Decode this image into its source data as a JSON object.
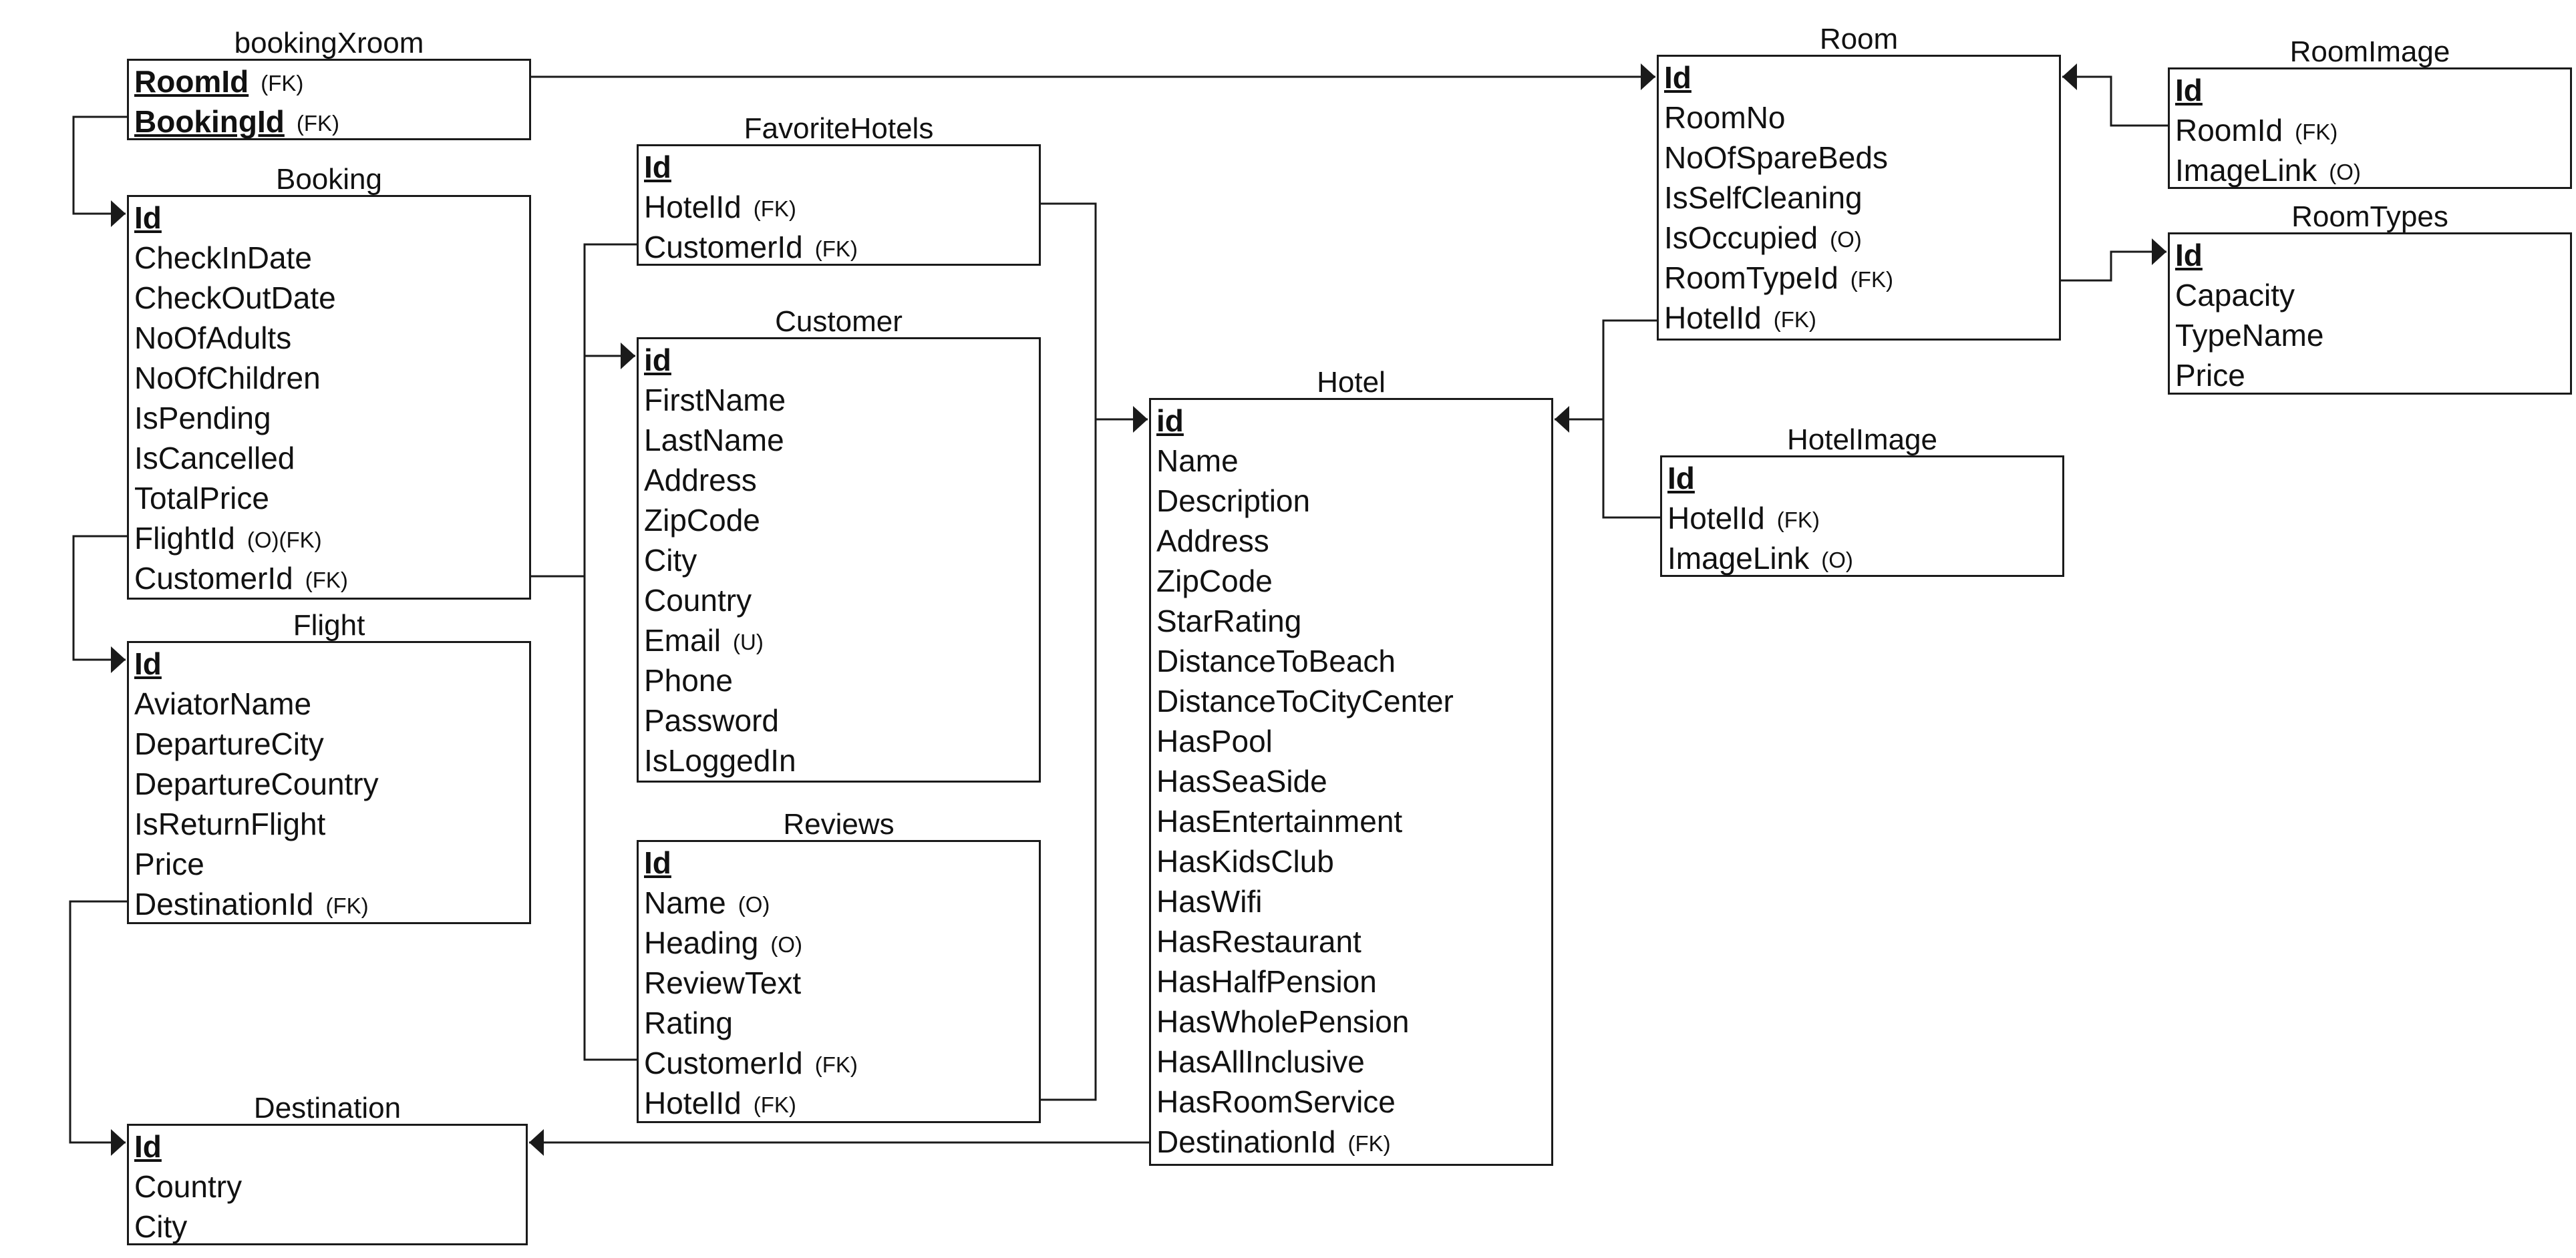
{
  "entities": [
    {
      "key": "bookingXroom",
      "title": "bookingXroom",
      "rows": [
        {
          "name": "RoomId",
          "tag": "(FK)",
          "pk": true
        },
        {
          "name": "BookingId",
          "tag": "(FK)",
          "pk": true
        }
      ]
    },
    {
      "key": "booking",
      "title": "Booking",
      "rows": [
        {
          "name": "Id",
          "tag": "",
          "pk": true
        },
        {
          "name": "CheckInDate",
          "tag": "",
          "pk": false
        },
        {
          "name": "CheckOutDate",
          "tag": "",
          "pk": false
        },
        {
          "name": "NoOfAdults",
          "tag": "",
          "pk": false
        },
        {
          "name": "NoOfChildren",
          "tag": "",
          "pk": false
        },
        {
          "name": "IsPending",
          "tag": "",
          "pk": false
        },
        {
          "name": "IsCancelled",
          "tag": "",
          "pk": false
        },
        {
          "name": "TotalPrice",
          "tag": "",
          "pk": false
        },
        {
          "name": "FlightId",
          "tag": "(O)(FK)",
          "pk": false
        },
        {
          "name": "CustomerId",
          "tag": "(FK)",
          "pk": false
        }
      ]
    },
    {
      "key": "flight",
      "title": "Flight",
      "rows": [
        {
          "name": "Id",
          "tag": "",
          "pk": true
        },
        {
          "name": "AviatorName",
          "tag": "",
          "pk": false
        },
        {
          "name": "DepartureCity",
          "tag": "",
          "pk": false
        },
        {
          "name": "DepartureCountry",
          "tag": "",
          "pk": false
        },
        {
          "name": "IsReturnFlight",
          "tag": "",
          "pk": false
        },
        {
          "name": "Price",
          "tag": "",
          "pk": false
        },
        {
          "name": "DestinationId",
          "tag": "(FK)",
          "pk": false
        }
      ]
    },
    {
      "key": "destination",
      "title": "Destination",
      "rows": [
        {
          "name": "Id",
          "tag": "",
          "pk": true
        },
        {
          "name": "Country",
          "tag": "",
          "pk": false
        },
        {
          "name": "City",
          "tag": "",
          "pk": false
        }
      ]
    },
    {
      "key": "favoriteHotels",
      "title": "FavoriteHotels",
      "rows": [
        {
          "name": "Id",
          "tag": "",
          "pk": true
        },
        {
          "name": "HotelId",
          "tag": "(FK)",
          "pk": false
        },
        {
          "name": "CustomerId",
          "tag": "(FK)",
          "pk": false
        }
      ]
    },
    {
      "key": "customer",
      "title": "Customer",
      "rows": [
        {
          "name": "id",
          "tag": "",
          "pk": true
        },
        {
          "name": "FirstName",
          "tag": "",
          "pk": false
        },
        {
          "name": "LastName",
          "tag": "",
          "pk": false
        },
        {
          "name": "Address",
          "tag": "",
          "pk": false
        },
        {
          "name": "ZipCode",
          "tag": "",
          "pk": false
        },
        {
          "name": "City",
          "tag": "",
          "pk": false
        },
        {
          "name": "Country",
          "tag": "",
          "pk": false
        },
        {
          "name": "Email",
          "tag": "(U)",
          "pk": false
        },
        {
          "name": "Phone",
          "tag": "",
          "pk": false
        },
        {
          "name": "Password",
          "tag": "",
          "pk": false
        },
        {
          "name": "IsLoggedIn",
          "tag": "",
          "pk": false
        }
      ]
    },
    {
      "key": "reviews",
      "title": "Reviews",
      "rows": [
        {
          "name": "Id",
          "tag": "",
          "pk": true
        },
        {
          "name": "Name",
          "tag": "(O)",
          "pk": false
        },
        {
          "name": "Heading",
          "tag": "(O)",
          "pk": false
        },
        {
          "name": "ReviewText",
          "tag": "",
          "pk": false
        },
        {
          "name": "Rating",
          "tag": "",
          "pk": false
        },
        {
          "name": "CustomerId",
          "tag": "(FK)",
          "pk": false
        },
        {
          "name": "HotelId",
          "tag": "(FK)",
          "pk": false
        }
      ]
    },
    {
      "key": "hotel",
      "title": "Hotel",
      "rows": [
        {
          "name": "id",
          "tag": "",
          "pk": true
        },
        {
          "name": "Name",
          "tag": "",
          "pk": false
        },
        {
          "name": "Description",
          "tag": "",
          "pk": false
        },
        {
          "name": "Address",
          "tag": "",
          "pk": false
        },
        {
          "name": "ZipCode",
          "tag": "",
          "pk": false
        },
        {
          "name": "StarRating",
          "tag": "",
          "pk": false
        },
        {
          "name": "DistanceToBeach",
          "tag": "",
          "pk": false
        },
        {
          "name": "DistanceToCityCenter",
          "tag": "",
          "pk": false
        },
        {
          "name": "HasPool",
          "tag": "",
          "pk": false
        },
        {
          "name": "HasSeaSide",
          "tag": "",
          "pk": false
        },
        {
          "name": "HasEntertainment",
          "tag": "",
          "pk": false
        },
        {
          "name": "HasKidsClub",
          "tag": "",
          "pk": false
        },
        {
          "name": "HasWifi",
          "tag": "",
          "pk": false
        },
        {
          "name": "HasRestaurant",
          "tag": "",
          "pk": false
        },
        {
          "name": "HasHalfPension",
          "tag": "",
          "pk": false
        },
        {
          "name": "HasWholePension",
          "tag": "",
          "pk": false
        },
        {
          "name": "HasAllInclusive",
          "tag": "",
          "pk": false
        },
        {
          "name": "HasRoomService",
          "tag": "",
          "pk": false
        },
        {
          "name": "DestinationId",
          "tag": "(FK)",
          "pk": false
        }
      ]
    },
    {
      "key": "room",
      "title": "Room",
      "rows": [
        {
          "name": "Id",
          "tag": "",
          "pk": true
        },
        {
          "name": "RoomNo",
          "tag": "",
          "pk": false
        },
        {
          "name": "NoOfSpareBeds",
          "tag": "",
          "pk": false
        },
        {
          "name": "IsSelfCleaning",
          "tag": "",
          "pk": false
        },
        {
          "name": "IsOccupied",
          "tag": "(O)",
          "pk": false
        },
        {
          "name": "RoomTypeId",
          "tag": "(FK)",
          "pk": false
        },
        {
          "name": "HotelId",
          "tag": "(FK)",
          "pk": false
        }
      ]
    },
    {
      "key": "hotelImage",
      "title": "HotelImage",
      "rows": [
        {
          "name": "Id",
          "tag": "",
          "pk": true
        },
        {
          "name": "HotelId",
          "tag": "(FK)",
          "pk": false
        },
        {
          "name": "ImageLink",
          "tag": "(O)",
          "pk": false
        }
      ]
    },
    {
      "key": "roomImage",
      "title": "RoomImage",
      "rows": [
        {
          "name": "Id",
          "tag": "",
          "pk": true
        },
        {
          "name": "RoomId",
          "tag": "(FK)",
          "pk": false
        },
        {
          "name": "ImageLink",
          "tag": "(O)",
          "pk": false
        }
      ]
    },
    {
      "key": "roomTypes",
      "title": "RoomTypes",
      "rows": [
        {
          "name": "Id",
          "tag": "",
          "pk": true
        },
        {
          "name": "Capacity",
          "tag": "",
          "pk": false
        },
        {
          "name": "TypeName",
          "tag": "",
          "pk": false
        },
        {
          "name": "Price",
          "tag": "",
          "pk": false
        }
      ]
    }
  ],
  "relationships": [
    {
      "from": "bookingXroom.RoomId",
      "to": "room.Id"
    },
    {
      "from": "bookingXroom.BookingId",
      "to": "booking.Id"
    },
    {
      "from": "booking.FlightId",
      "to": "flight.Id"
    },
    {
      "from": "booking.CustomerId",
      "to": "customer.id"
    },
    {
      "from": "favoriteHotels.CustomerId",
      "to": "customer.id"
    },
    {
      "from": "reviews.CustomerId",
      "to": "customer.id"
    },
    {
      "from": "favoriteHotels.HotelId",
      "to": "hotel.id"
    },
    {
      "from": "reviews.HotelId",
      "to": "hotel.id"
    },
    {
      "from": "flight.DestinationId",
      "to": "destination.Id"
    },
    {
      "from": "hotel.DestinationId",
      "to": "destination.Id"
    },
    {
      "from": "room.HotelId",
      "to": "hotel.id"
    },
    {
      "from": "hotelImage.HotelId",
      "to": "hotel.id"
    },
    {
      "from": "roomImage.RoomId",
      "to": "room.Id"
    },
    {
      "from": "room.RoomTypeId",
      "to": "roomTypes.Id"
    }
  ]
}
